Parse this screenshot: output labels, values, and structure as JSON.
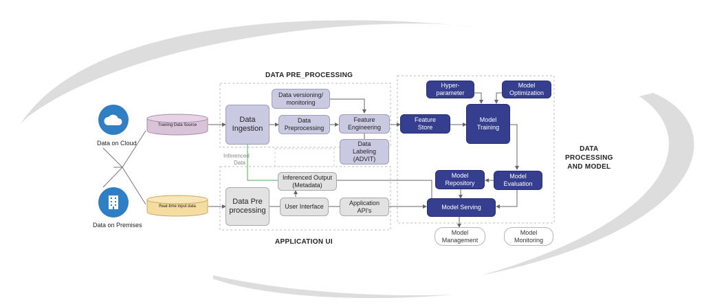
{
  "titles": {
    "preprocessing": "DATA PRE_PROCESSING",
    "application": "APPLICATION UI",
    "processing_model": [
      "DATA",
      "PROCESSING",
      "AND MODEL"
    ]
  },
  "sources": {
    "cloud_label": "Data on Cloud",
    "premises_label": "Data on Premises",
    "training_source": "Training Data Source",
    "realtime_input": "Real-time input data"
  },
  "nodes": {
    "data_ingestion": "Data\nIngestion",
    "data_versioning": "Data versioning/\nmonitoring",
    "data_preprocessing": "Data\nPreprocessing",
    "feature_engineering": "Feature\nEngineering",
    "data_labeling": "Data\nLabeling\n(ADVIT)",
    "feature_store": "Feature\nStore",
    "hyper_parameter": "Hyper-\nparameter",
    "model_optimization": "Model\nOptimization",
    "model_training": "Model\nTraining",
    "model_repository": "Model\nRepository",
    "model_evaluation": "Model\nEvaluation",
    "model_serving": "Model Serving",
    "inferenced_output": "Inferenced Output\n(Metadata)",
    "user_interface": "User Interface",
    "application_apis": "Application\nAPI's",
    "data_pre_processing_app": "Data Pre\nprocessing",
    "model_management": "Model\nManagement",
    "model_monitoring": "Model\nMonitoring"
  },
  "edge_labels": {
    "inferenced_data": "Inferenced\nData"
  },
  "colors": {
    "lavender": "#c9c9e2",
    "dark_blue": "#363f8f",
    "gray": "#e2e2e2",
    "cloud_blue": "#2f7fc4",
    "cylinder_purple": "#d8c3d8",
    "cylinder_yellow": "#f5dca0",
    "green_line": "#4caf50"
  }
}
